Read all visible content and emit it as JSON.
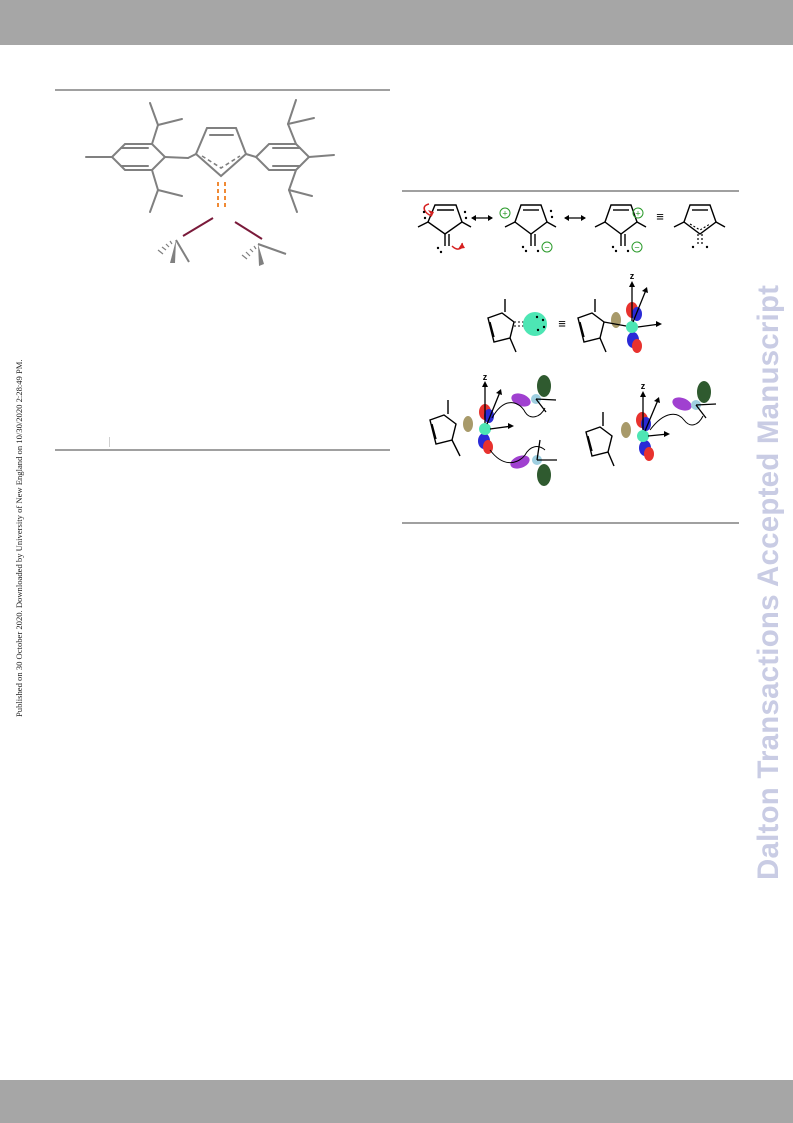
{
  "side_note": "Published on 30 October 2020. Downloaded by University of New England on 10/30/2020 2:28:49 PM.",
  "watermark": "Dalton Transactions Accepted Manuscript",
  "scheme": {
    "equiv_symbol": "≡",
    "axis_label": "z",
    "plus_symbol": "+",
    "minus_symbol": "−"
  },
  "colors": {
    "header_band": "#a6a6a6",
    "rule": "#a0a0a0",
    "watermark": "#c9cce4",
    "structure_gray": "#808080",
    "orange_bond": "#f08a35",
    "maroon_bond": "#7a1a3a",
    "arrow_red": "#d62020",
    "charge_green": "#2a9a2a",
    "sigma_cyan": "#4de6b4",
    "orbital_red": "#e8322e",
    "orbital_blue": "#2a2ad6",
    "orbital_purple": "#a040d0",
    "orbital_darkgreen": "#2f5a2f",
    "orbital_olive": "#a89a6a"
  }
}
